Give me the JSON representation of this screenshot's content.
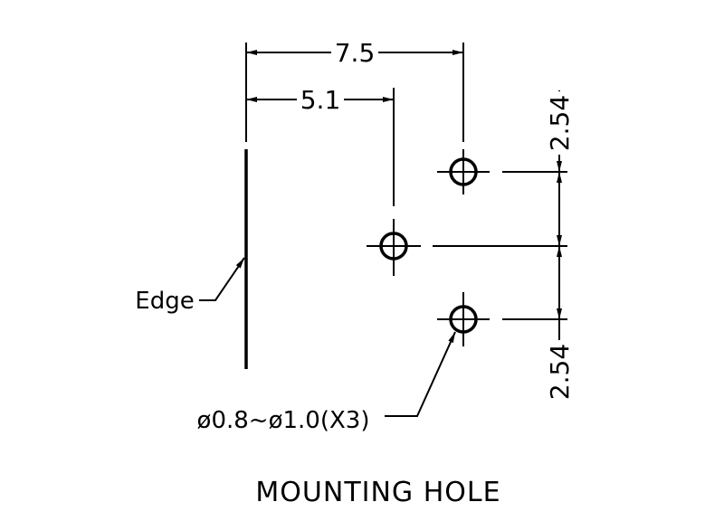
{
  "dimensions": {
    "horizontal_outer": "7.5",
    "horizontal_inner": "5.1",
    "vertical_upper": "2.54",
    "vertical_lower": "2.54"
  },
  "labels": {
    "edge": "Edge",
    "hole_spec": "ø0.8~ø1.0(X3)",
    "title": "MOUNTING HOLE"
  }
}
